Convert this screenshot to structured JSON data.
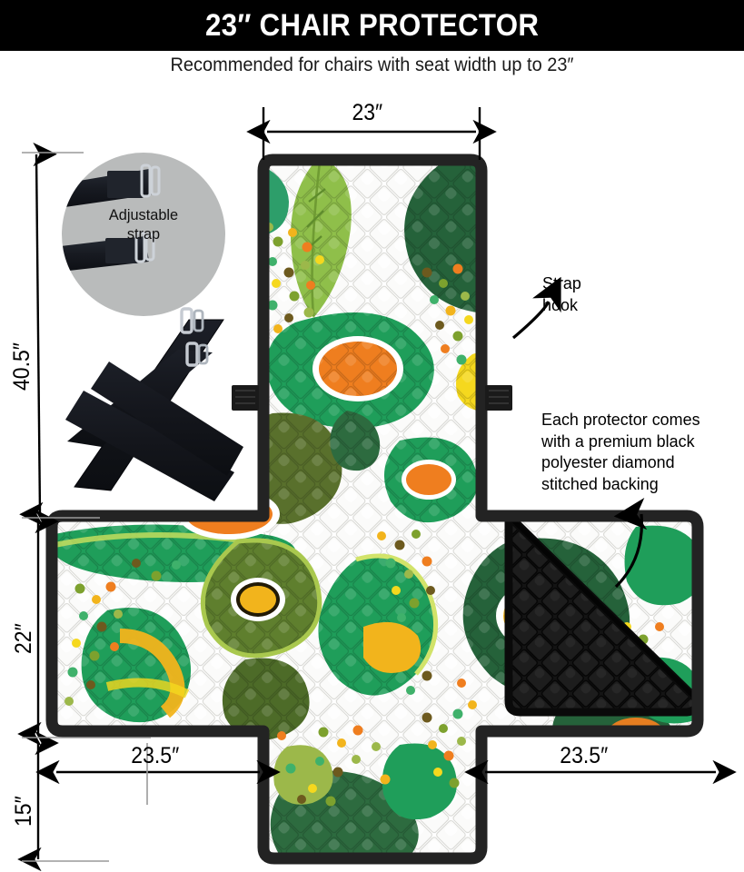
{
  "header": {
    "title": "23″ CHAIR PROTECTOR",
    "subtitle": "Recommended for chairs with seat width up to 23″"
  },
  "inset": {
    "label_line1": "Adjustable",
    "label_line2": "strap",
    "background_color": "#b9bbbb"
  },
  "dimensions": {
    "top_width": "23″",
    "left_total_height": "40.5″",
    "left_seat_height": "22″",
    "left_skirt_height": "15″",
    "bottom_left_width": "23.5″",
    "bottom_right_width": "23.5″"
  },
  "annotations": {
    "strap_hook_line1": "Strap",
    "strap_hook_line2": "hook",
    "backing_line1": "Each protector comes",
    "backing_line2": "with a premium black",
    "backing_line3": "polyester diamond",
    "backing_line4": "stitched backing"
  },
  "product": {
    "pattern_name": "avocado-pattern",
    "border_color": "#232323",
    "backing_color": "#141414",
    "base_color": "#f4f4f2",
    "palette": {
      "emerald": "#1f9e5a",
      "dark_green": "#2d6b3f",
      "deep_green": "#215d35",
      "olive": "#6f8f3b",
      "light_olive": "#9cb84a",
      "leaf_green": "#8fbf4a",
      "orange": "#ef7e1f",
      "amber": "#f2b41c",
      "yellow": "#f5d81e",
      "brown": "#6d5a1e"
    }
  },
  "strap_set": {
    "name": "loose-straps",
    "webbing_color": "#14161c",
    "buckle_color": "#c6cbd2"
  }
}
